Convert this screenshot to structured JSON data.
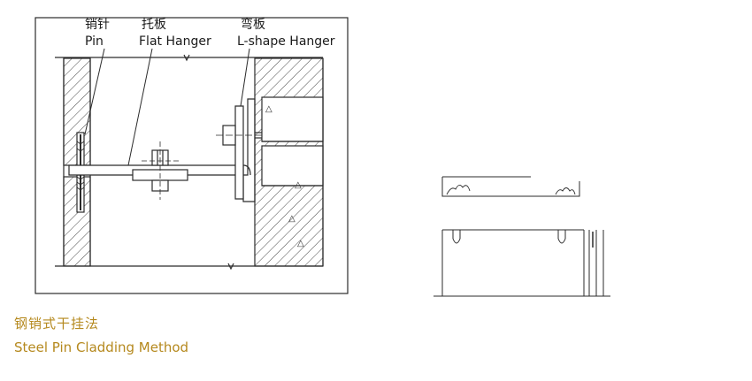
{
  "labels": {
    "pin_cn": "销针",
    "pin_en": "Pin",
    "flat_cn": "托板",
    "flat_en": "Flat Hanger",
    "lshape_cn": "弯板",
    "lshape_en": "L-shape Hanger"
  },
  "caption": {
    "cn": "钢销式干挂法",
    "en": "Steel Pin Cladding Method"
  },
  "colors": {
    "caption": "#b5891e",
    "line": "#2b2b2b"
  }
}
